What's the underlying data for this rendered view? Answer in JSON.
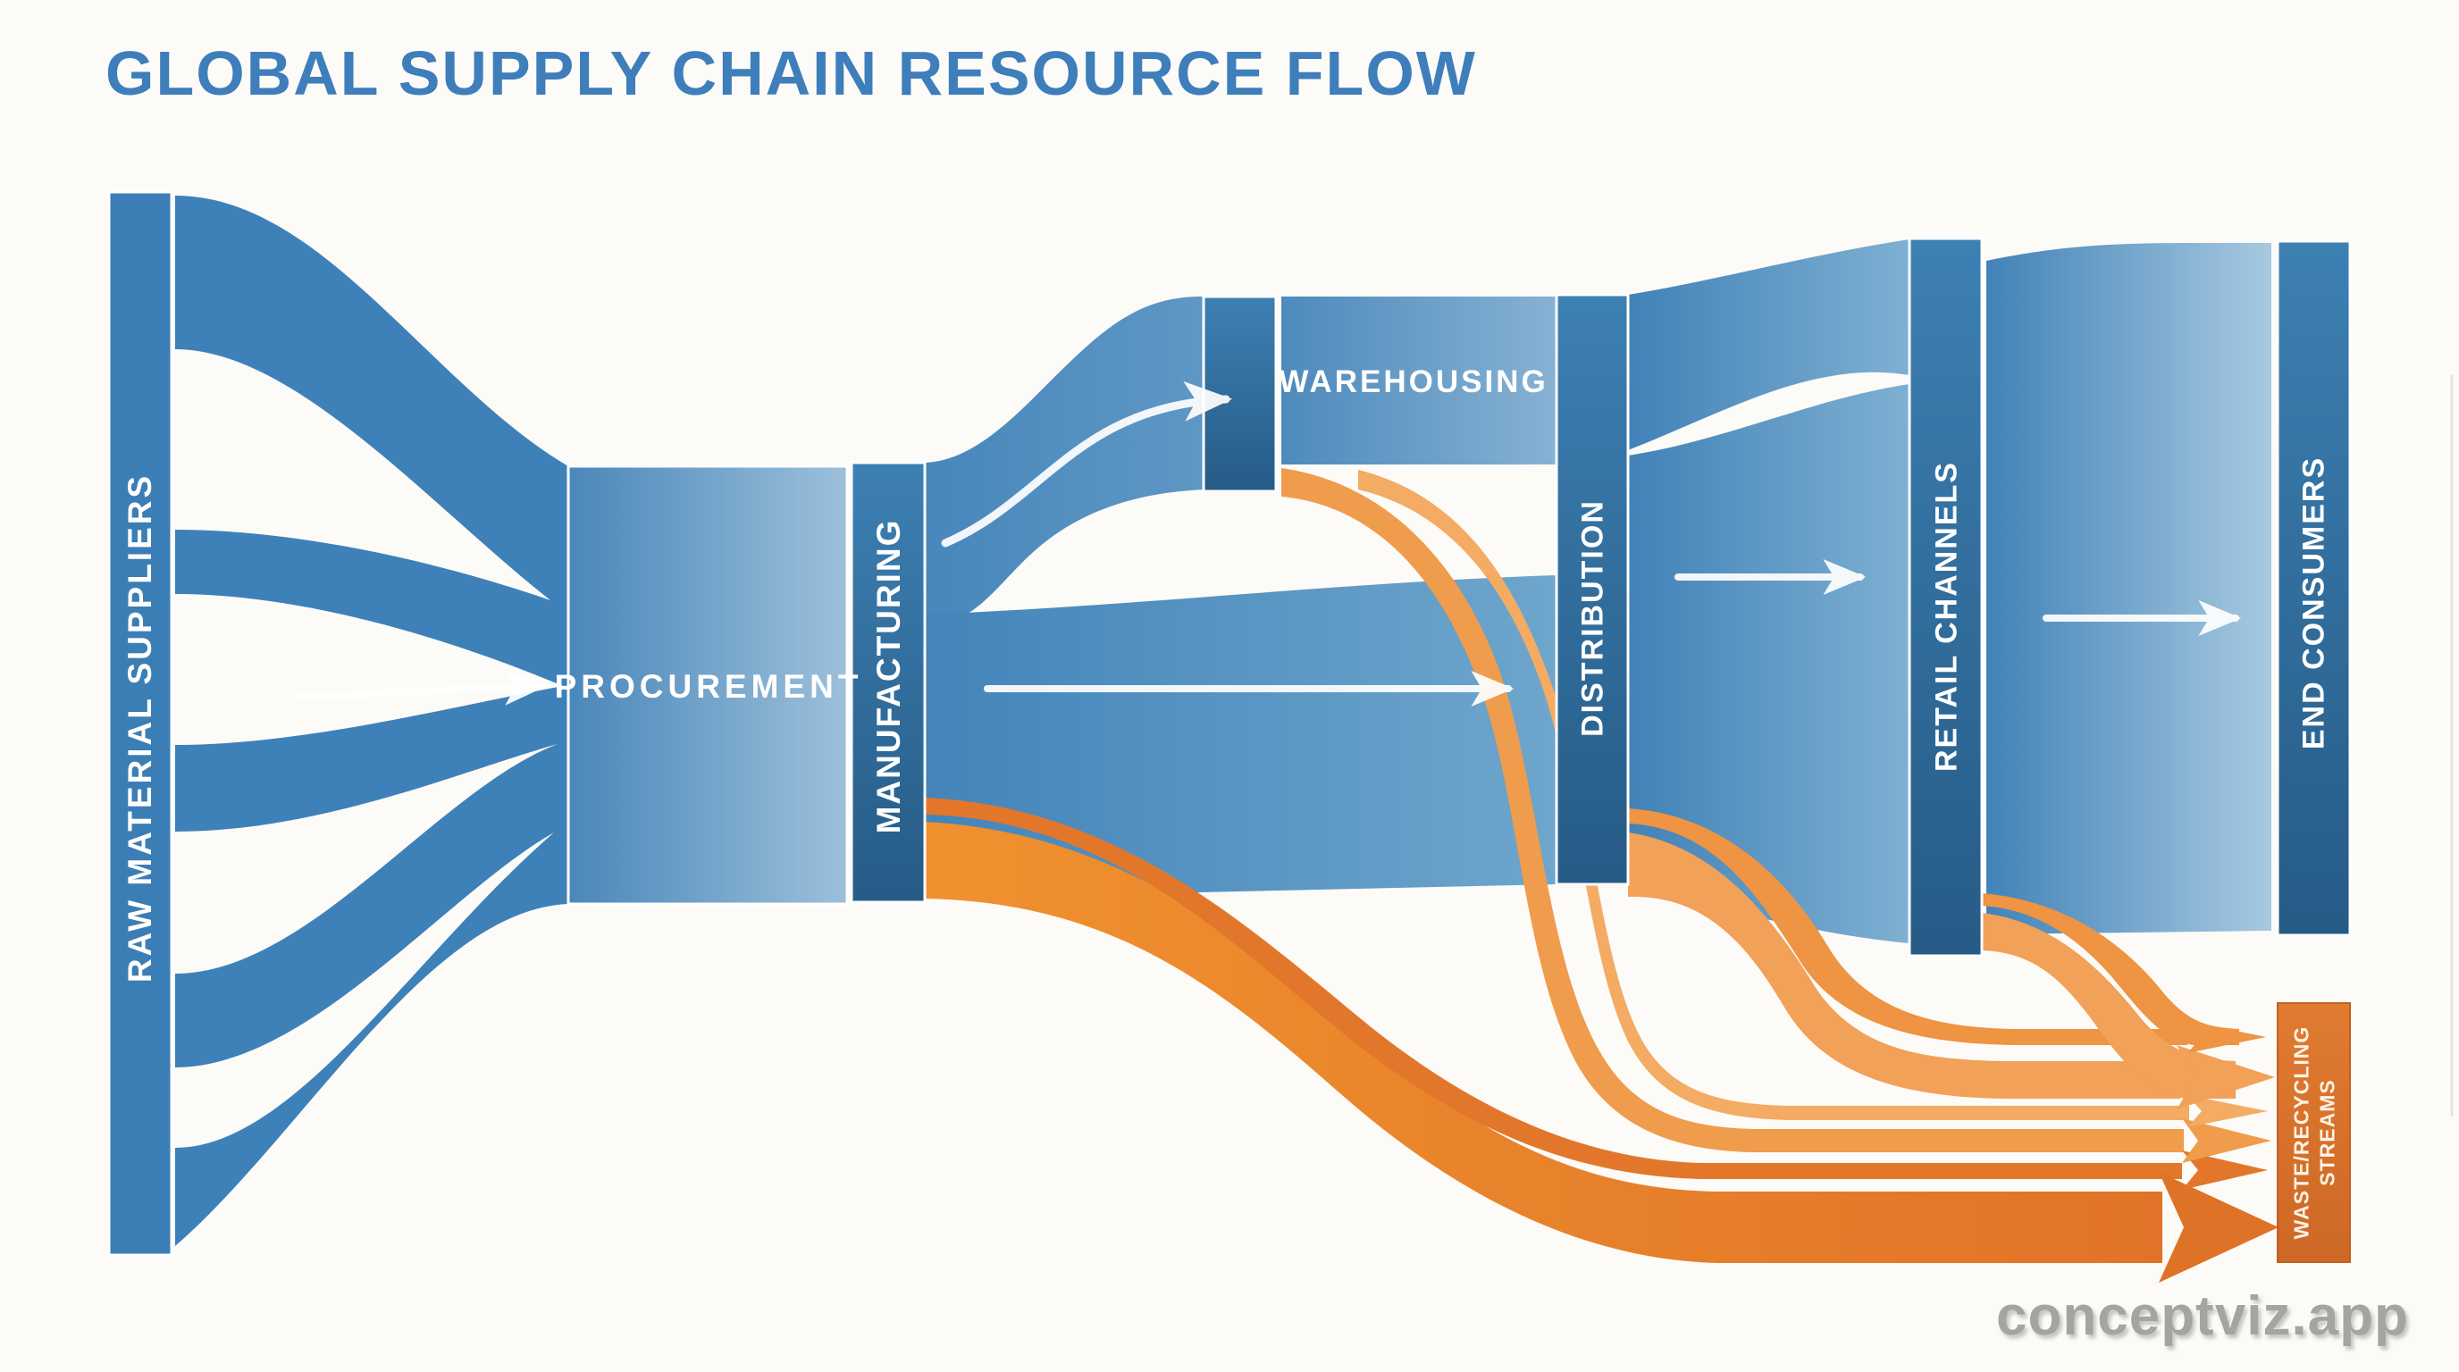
{
  "title": "GLOBAL SUPPLY CHAIN RESOURCE FLOW",
  "watermark": "conceptviz.app",
  "nodes": {
    "raw_material_suppliers": "RAW MATERIAL SUPPLIERS",
    "procurement": "PROCUREMENT",
    "manufacturing": "MANUFACTURING",
    "warehousing": "WAREHOUSING",
    "distribution": "DISTRIBUTION",
    "retail_channels": "RETAIL CHANNELS",
    "end_consumers": "END CONSUMERS",
    "waste_recycling": "WASTE/RECYCLING STREAMS"
  },
  "waste_label": {
    "line1": "WASTE/RECYCLING",
    "line2": "STREAMS"
  },
  "diagram": {
    "type": "sankey",
    "stages": [
      "RAW MATERIAL SUPPLIERS",
      "PROCUREMENT",
      "MANUFACTURING",
      "WAREHOUSING",
      "DISTRIBUTION",
      "RETAIL CHANNELS",
      "END CONSUMERS",
      "WASTE/RECYCLING STREAMS"
    ],
    "links": [
      {
        "from": "RAW MATERIAL SUPPLIERS",
        "to": "PROCUREMENT",
        "type": "material",
        "ribbons": 5
      },
      {
        "from": "PROCUREMENT",
        "to": "MANUFACTURING",
        "type": "material",
        "ribbons": 1
      },
      {
        "from": "MANUFACTURING",
        "to": "WAREHOUSING",
        "type": "material",
        "ribbons": 1
      },
      {
        "from": "MANUFACTURING",
        "to": "DISTRIBUTION",
        "type": "material",
        "ribbons": 1
      },
      {
        "from": "WAREHOUSING",
        "to": "DISTRIBUTION",
        "type": "material",
        "ribbons": 1
      },
      {
        "from": "DISTRIBUTION",
        "to": "RETAIL CHANNELS",
        "type": "material",
        "ribbons": 2
      },
      {
        "from": "RETAIL CHANNELS",
        "to": "END CONSUMERS",
        "type": "material",
        "ribbons": 1
      },
      {
        "from": "MANUFACTURING",
        "to": "WASTE/RECYCLING STREAMS",
        "type": "waste",
        "ribbons": 2
      },
      {
        "from": "WAREHOUSING",
        "to": "WASTE/RECYCLING STREAMS",
        "type": "waste",
        "ribbons": 2
      },
      {
        "from": "DISTRIBUTION",
        "to": "WASTE/RECYCLING STREAMS",
        "type": "waste",
        "ribbons": 2
      },
      {
        "from": "RETAIL CHANNELS",
        "to": "WASTE/RECYCLING STREAMS",
        "type": "waste",
        "ribbons": 2
      }
    ]
  },
  "colors": {
    "title": "#3e7eba",
    "flow_blue": "#3e81b9",
    "node_blue_top": "#3d80b3",
    "node_blue_bottom": "#265b86",
    "waste_orange": "#d7712c",
    "flow_orange": "#ee8c31",
    "flow_orange_light": "#f2a55e",
    "flow_orange_dark": "#de7226",
    "watermark_gray": "#a6a4a2",
    "background": "#fcfbf8"
  }
}
